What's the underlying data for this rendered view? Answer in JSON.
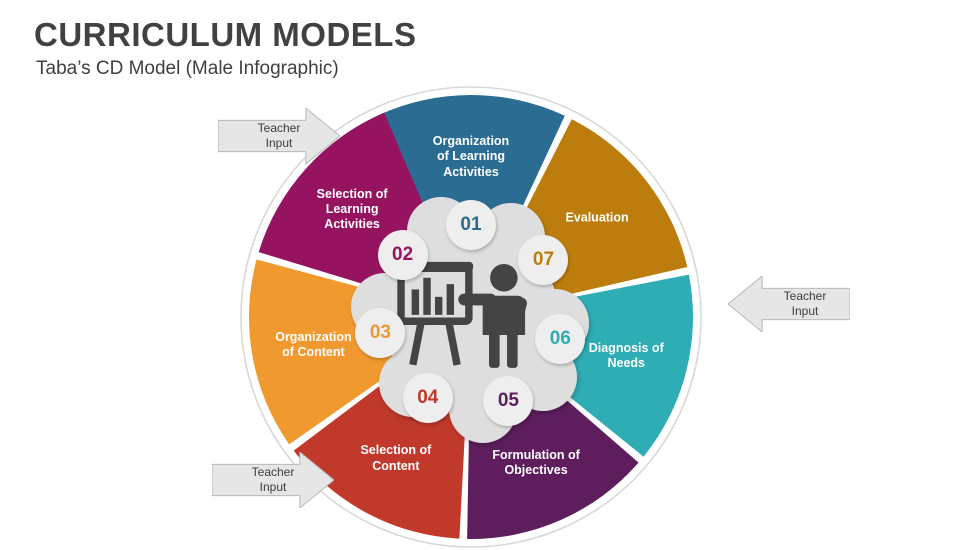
{
  "header": {
    "title": "CURRICULUM MODELS",
    "subtitle": "Taba’s CD Model (Male Infographic)"
  },
  "center": {
    "icon": "presenter-flipchart-icon",
    "icon_color": "#444444",
    "hub_color": "#dedede"
  },
  "arrows": [
    {
      "name": "teacher-input-arrow-top-left",
      "line1": "Teacher",
      "line2": "Input",
      "direction": "right"
    },
    {
      "name": "teacher-input-arrow-right",
      "line1": "Teacher",
      "line2": "Input",
      "direction": "left"
    },
    {
      "name": "teacher-input-arrow-bottom-left",
      "line1": "Teacher",
      "line2": "Input",
      "direction": "right"
    }
  ],
  "chart_data": {
    "type": "pie",
    "title": "Taba’s CD Model (Male Infographic)",
    "subtype": "donut-7-segment",
    "legend": "none",
    "categories": [
      "Organization of Learning Activities",
      "Evaluation",
      "Diagnosis of Needs",
      "Formulation of Objectives",
      "Selection of Content",
      "Organization of Content",
      "Selection of Learning Activities"
    ],
    "values": [
      14.2857,
      14.2857,
      14.2857,
      14.2857,
      14.2857,
      14.2857,
      14.2857
    ],
    "colors": [
      "#2b6c93",
      "#bd7d0c",
      "#2fadb5",
      "#5e1e5e",
      "#c0392b",
      "#f0992e",
      "#96145f"
    ],
    "segments": [
      {
        "number": "01",
        "label_line1": "Organization",
        "label_line2": "of Learning",
        "label_line3": "Activities",
        "color": "#2b6c93",
        "start_deg": -25,
        "end_deg": 25
      },
      {
        "number": "07",
        "label_line1": "Evaluation",
        "label_line2": "",
        "label_line3": "",
        "color": "#bd7d0c",
        "start_deg": 27,
        "end_deg": 77
      },
      {
        "number": "06",
        "label_line1": "Diagnosis of",
        "label_line2": "Needs",
        "label_line3": "",
        "color": "#2fadb5",
        "start_deg": 79,
        "end_deg": 129
      },
      {
        "number": "05",
        "label_line1": "Formulation of",
        "label_line2": "Objectives",
        "label_line3": "",
        "color": "#5e1e5e",
        "start_deg": 131,
        "end_deg": 181
      },
      {
        "number": "04",
        "label_line1": "Selection of",
        "label_line2": "Content",
        "label_line3": "",
        "color": "#c0392b",
        "start_deg": 183,
        "end_deg": 233
      },
      {
        "number": "03",
        "label_line1": "Organization",
        "label_line2": "of Content",
        "label_line3": "",
        "color": "#f0992e",
        "start_deg": 235,
        "end_deg": 285
      },
      {
        "number": "02",
        "label_line1": "Selection of",
        "label_line2": "Learning",
        "label_line3": "Activities",
        "color": "#96145f",
        "start_deg": 287,
        "end_deg": 337
      }
    ]
  }
}
